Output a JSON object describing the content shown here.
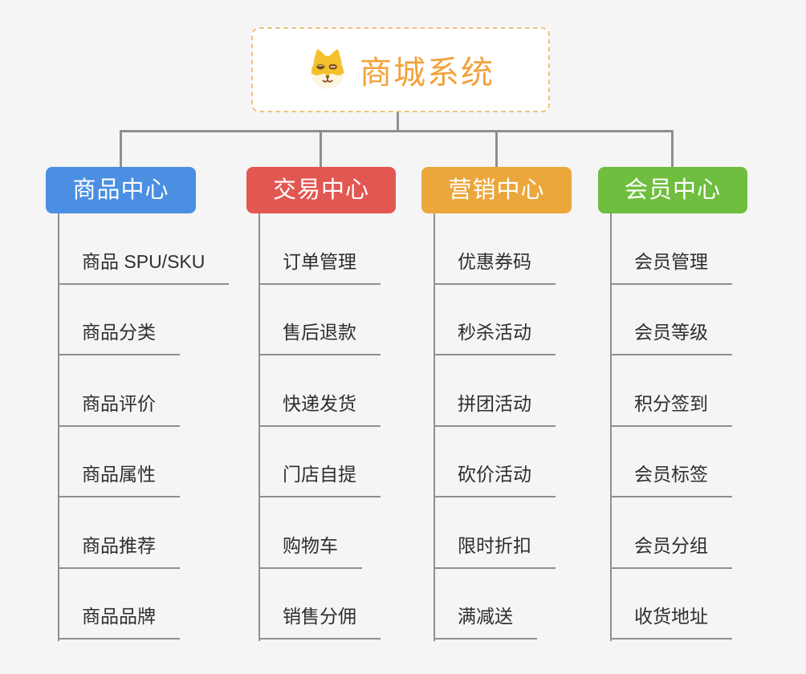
{
  "canvas": {
    "background": "#f5f5f5",
    "connector_color": "#8f8f8f"
  },
  "root": {
    "title": "商城系统",
    "icon": "dog-face-icon",
    "text_color": "#f2a23b",
    "border_color": "#f0c27d"
  },
  "branches": [
    {
      "label": "商品中心",
      "color": "#4a8fe2",
      "children": [
        "商品 SPU/SKU",
        "商品分类",
        "商品评价",
        "商品属性",
        "商品推荐",
        "商品品牌"
      ]
    },
    {
      "label": "交易中心",
      "color": "#e25752",
      "children": [
        "订单管理",
        "售后退款",
        "快递发货",
        "门店自提",
        "购物车",
        "销售分佣"
      ]
    },
    {
      "label": "营销中心",
      "color": "#eba63c",
      "children": [
        "优惠券码",
        "秒杀活动",
        "拼团活动",
        "砍价活动",
        "限时折扣",
        "满减送"
      ]
    },
    {
      "label": "会员中心",
      "color": "#6fbe3f",
      "children": [
        "会员管理",
        "会员等级",
        "积分签到",
        "会员标签",
        "会员分组",
        "收货地址"
      ]
    }
  ]
}
